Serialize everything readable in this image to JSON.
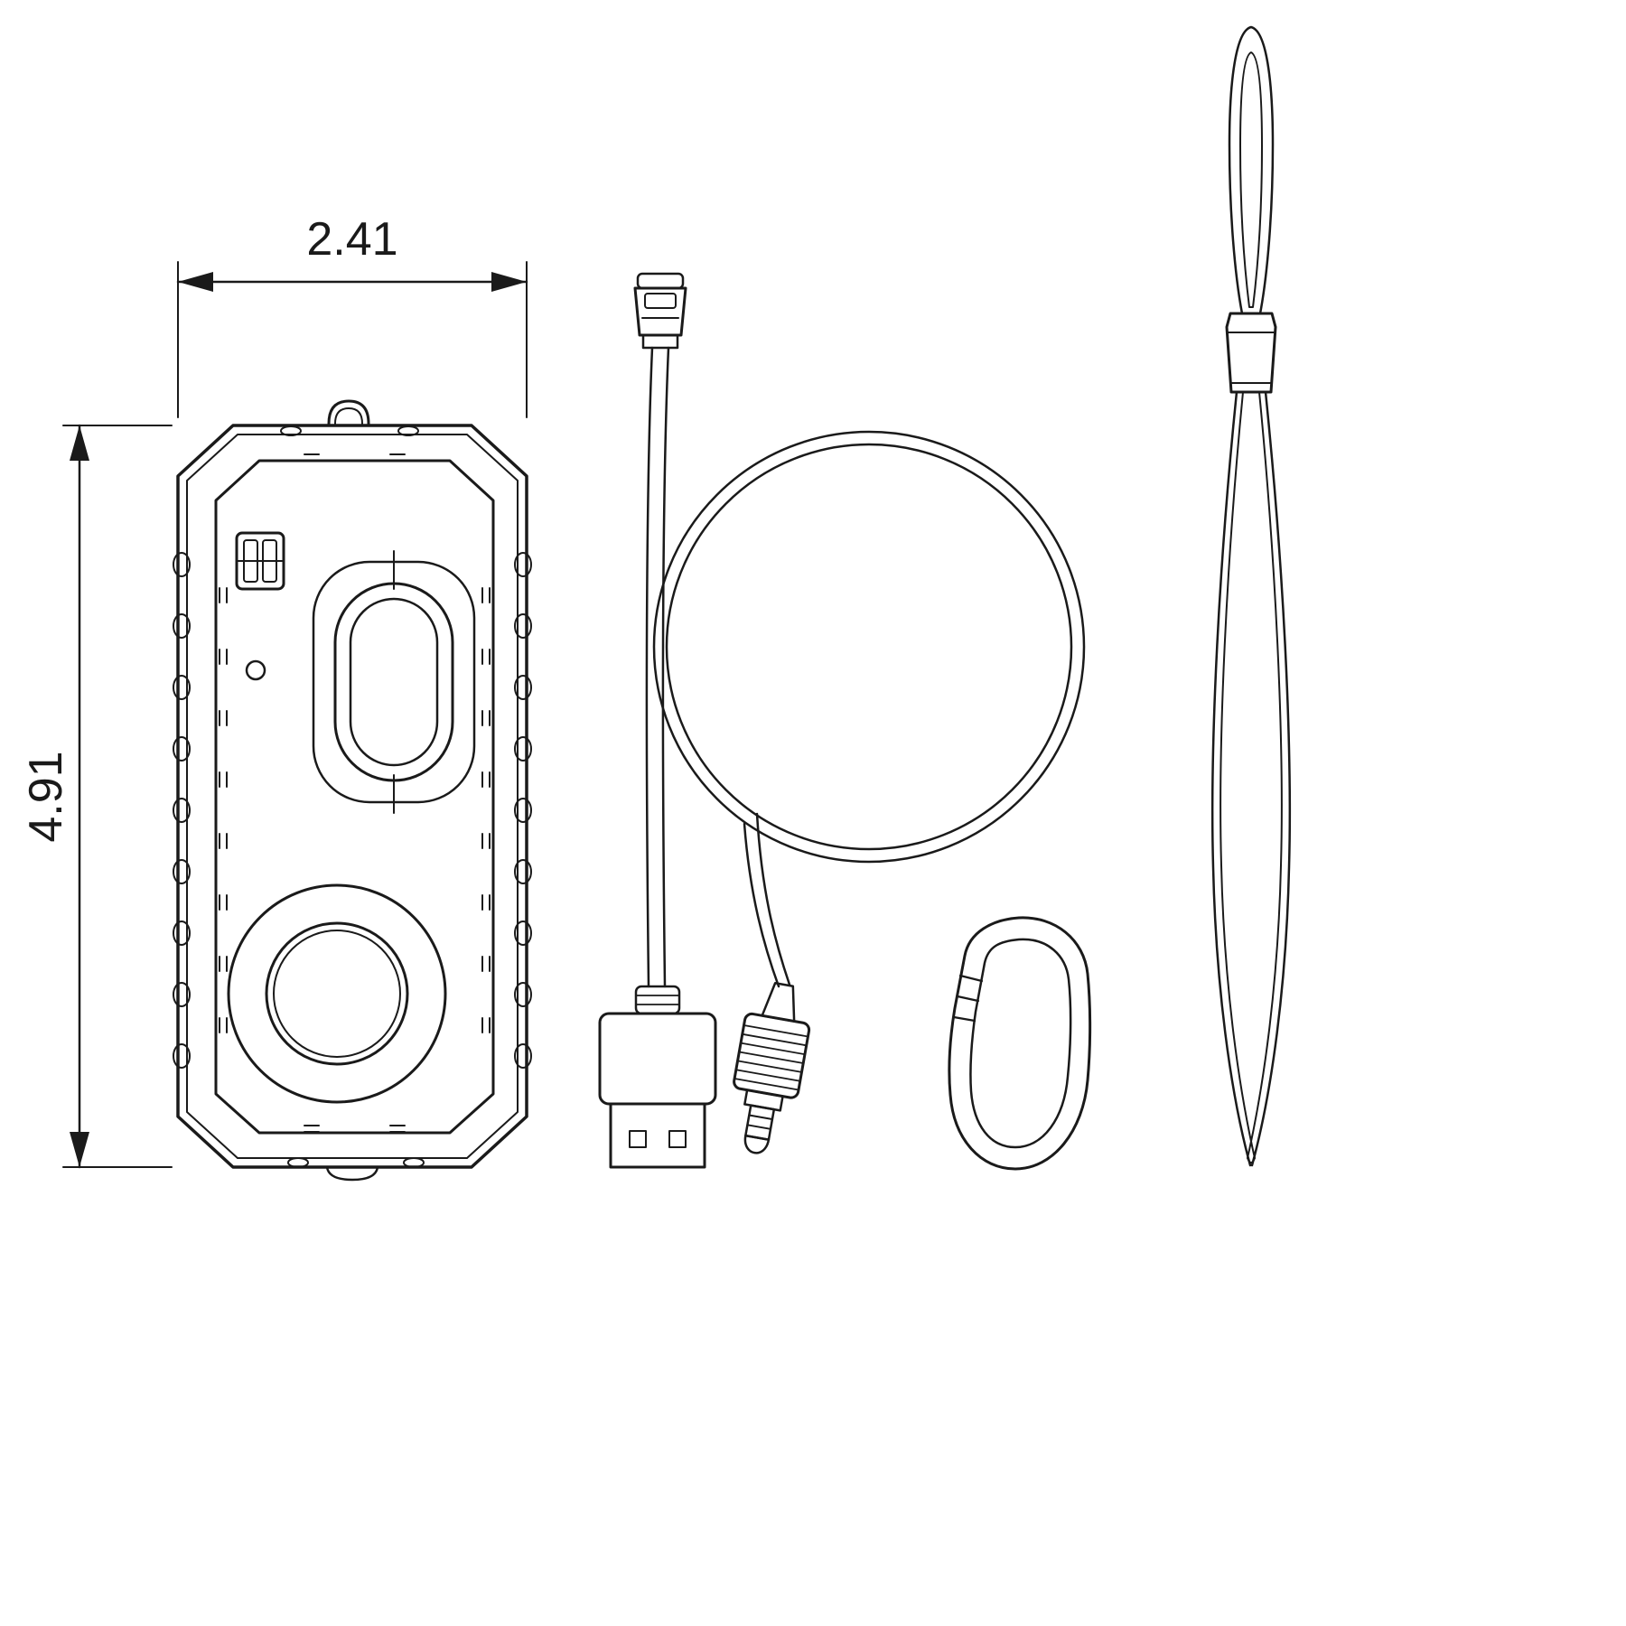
{
  "diagram": {
    "dimensions": {
      "width_label": "2.41",
      "height_label": "4.91"
    },
    "parts": [
      {
        "name": "speaker-case-front-view"
      },
      {
        "name": "mini-usb-to-usb-a-aux-cable"
      },
      {
        "name": "aux-audio-jack-plug"
      },
      {
        "name": "carabiner-clip"
      },
      {
        "name": "wrist-lanyard"
      }
    ],
    "colors": {
      "line": "#1a1a1a",
      "background": "#ffffff"
    }
  }
}
